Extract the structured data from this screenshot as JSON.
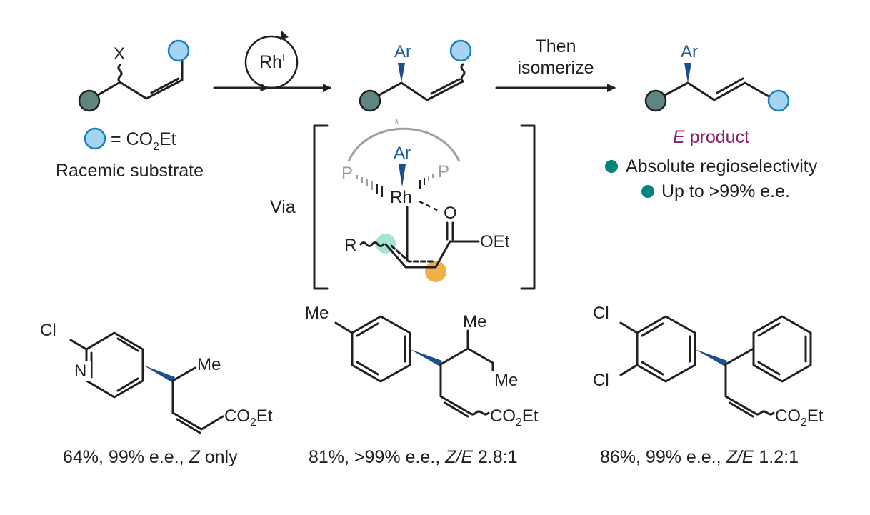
{
  "substrate": {
    "leaving_group": "X",
    "legend_eq": "= CO",
    "legend_sub": "2",
    "legend_tail": "Et",
    "caption": "Racemic substrate"
  },
  "catalyst": {
    "metal": "Rh",
    "oxidation": "I"
  },
  "intermediate_product": {
    "aryl": "Ar"
  },
  "step2": {
    "line1": "Then",
    "line2": "isomerize"
  },
  "final_product": {
    "aryl": "Ar",
    "label_italic": "E",
    "label_rest": " product",
    "bullets": [
      "Absolute regioselectivity",
      "Up to >99% e.e."
    ]
  },
  "transition_state": {
    "via": "Via",
    "star": "*",
    "aryl": "Ar",
    "metal": "Rh",
    "ligand_left": "P",
    "ligand_right": "P",
    "r_group": "R",
    "carbonyl_o": "O",
    "ester": "OEt"
  },
  "examples": [
    {
      "atoms": {
        "cl": "Cl",
        "n": "N",
        "me": "Me",
        "ester_a": "CO",
        "ester_sub": "2",
        "ester_b": "Et"
      },
      "caption": {
        "pre": "64%, 99% e.e., ",
        "ital": "Z",
        "post": " only"
      }
    },
    {
      "atoms": {
        "me_ring": "Me",
        "me_top": "Me",
        "me_bottom": "Me",
        "ester_a": "CO",
        "ester_sub": "2",
        "ester_b": "Et"
      },
      "caption": {
        "pre": "81%, >99% e.e., ",
        "ital": "Z/E",
        "post": " 2.8:1"
      }
    },
    {
      "atoms": {
        "cl_top": "Cl",
        "cl_bottom": "Cl",
        "ester_a": "CO",
        "ester_sub": "2",
        "ester_b": "Et"
      },
      "caption": {
        "pre": "86%, 99% e.e., ",
        "ital": "Z/E",
        "post": " 1.2:1"
      }
    }
  ],
  "colors": {
    "ester_sphere": "#a6d3ef",
    "ester_sphere_outline": "#1a7fc0",
    "alkyl_sphere": "#5e8580",
    "bullet": "#00877a",
    "e_product_label": "#8b2067",
    "aryl_label": "#1d5a96",
    "wedge": "#1d4f8c",
    "ligand_grey": "#9d9fa2",
    "highlight_teal": "#a5e3d6",
    "highlight_orange": "#f2b04a"
  }
}
